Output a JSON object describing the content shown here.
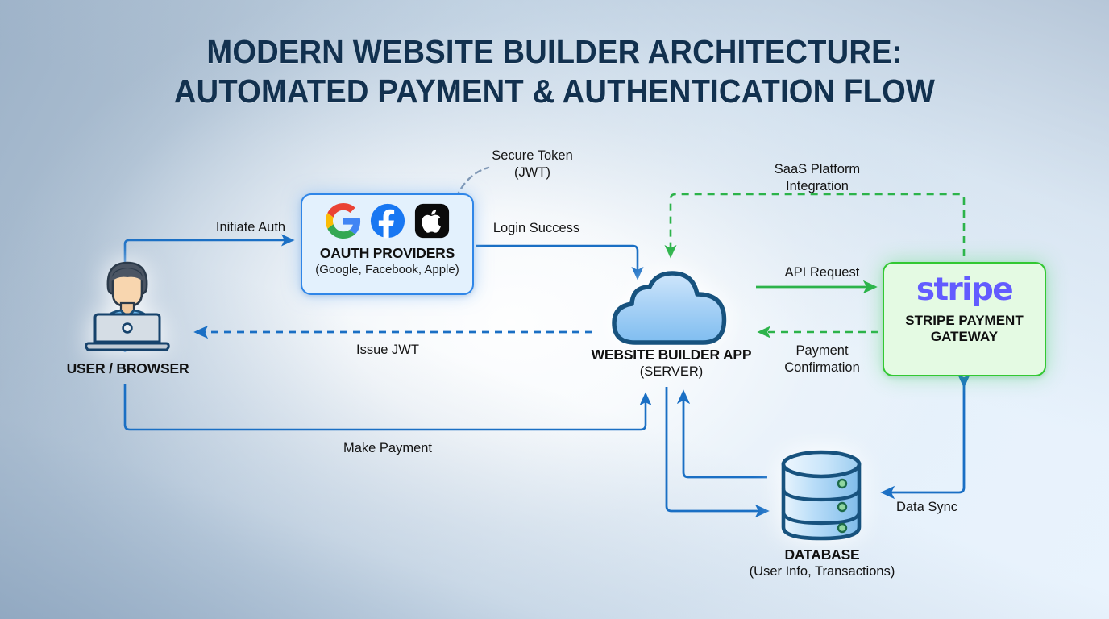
{
  "title": {
    "line1": "MODERN WEBSITE BUILDER ARCHITECTURE:",
    "line2": "AUTOMATED PAYMENT & AUTHENTICATION FLOW"
  },
  "nodes": {
    "user": {
      "label": "USER / BROWSER",
      "icon": "user-laptop-icon"
    },
    "oauth": {
      "title": "OAUTH PROVIDERS",
      "subtitle": "(Google, Facebook, Apple)",
      "providers": [
        "google-icon",
        "facebook-icon",
        "apple-icon"
      ],
      "border_color": "#2f86e8",
      "fill_color": "#e3f1fd"
    },
    "app": {
      "label_line1": "WEBSITE BUILDER APP",
      "label_line2": "(SERVER)",
      "icon": "cloud-icon"
    },
    "stripe": {
      "wordmark": "stripe",
      "label_line1": "STRIPE PAYMENT",
      "label_line2": "GATEWAY",
      "border_color": "#32c832",
      "fill_color": "#e4fae3",
      "wordmark_color": "#635bff"
    },
    "database": {
      "label": "DATABASE",
      "subtitle": "(User Info, Transactions)",
      "icon": "database-cylinder-icon"
    }
  },
  "edges": {
    "initiate_auth": {
      "label": "Initiate Auth",
      "style": "solid",
      "color": "#1a6fc4"
    },
    "login_success": {
      "label": "Login Success",
      "style": "solid",
      "color": "#1a6fc4"
    },
    "secure_token": {
      "label_line1": "Secure Token",
      "label_line2": "(JWT)",
      "style": "dashed-leader",
      "color": "#7e96b3"
    },
    "issue_jwt": {
      "label": "Issue JWT",
      "style": "dashed",
      "color": "#1a6fc4"
    },
    "make_payment": {
      "label": "Make Payment",
      "style": "solid",
      "color": "#1a6fc4"
    },
    "api_request": {
      "label": "API Request",
      "style": "solid",
      "color": "#2cb34a"
    },
    "payment_confirmation": {
      "label_line1": "Payment",
      "label_line2": "Confirmation",
      "style": "dashed",
      "color": "#2cb34a"
    },
    "saas_integration": {
      "label_line1": "SaaS Platform",
      "label_line2": "Integration",
      "style": "dashed",
      "color": "#2cb34a"
    },
    "data_sync": {
      "label": "Data Sync",
      "style": "solid",
      "color": "#1a6fc4"
    },
    "db_write": {
      "label": "",
      "style": "solid",
      "color": "#1a6fc4"
    },
    "db_read": {
      "label": "",
      "style": "solid",
      "color": "#1a6fc4"
    }
  }
}
